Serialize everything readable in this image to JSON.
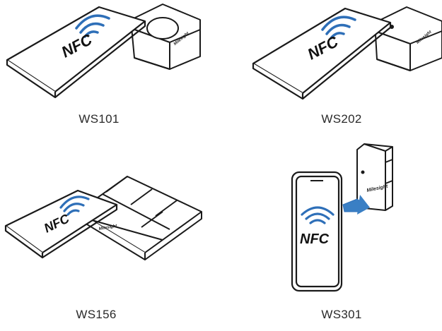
{
  "products": [
    {
      "caption": "WS101",
      "nfc_label": "NFC",
      "brand": "Milesight"
    },
    {
      "caption": "WS202",
      "nfc_label": "NFC",
      "brand": "Milesight"
    },
    {
      "caption": "WS156",
      "nfc_label": "NFC",
      "brand": "Milesight"
    },
    {
      "caption": "WS301",
      "nfc_label": "NFC",
      "brand": "Milesight"
    }
  ],
  "colors": {
    "nfc_blue": "#2e6fb8",
    "line": "#1a1a1a",
    "arrow": "#3a7fc4"
  },
  "icons": [
    "nfc-waves-icon",
    "arrow-right-icon"
  ]
}
